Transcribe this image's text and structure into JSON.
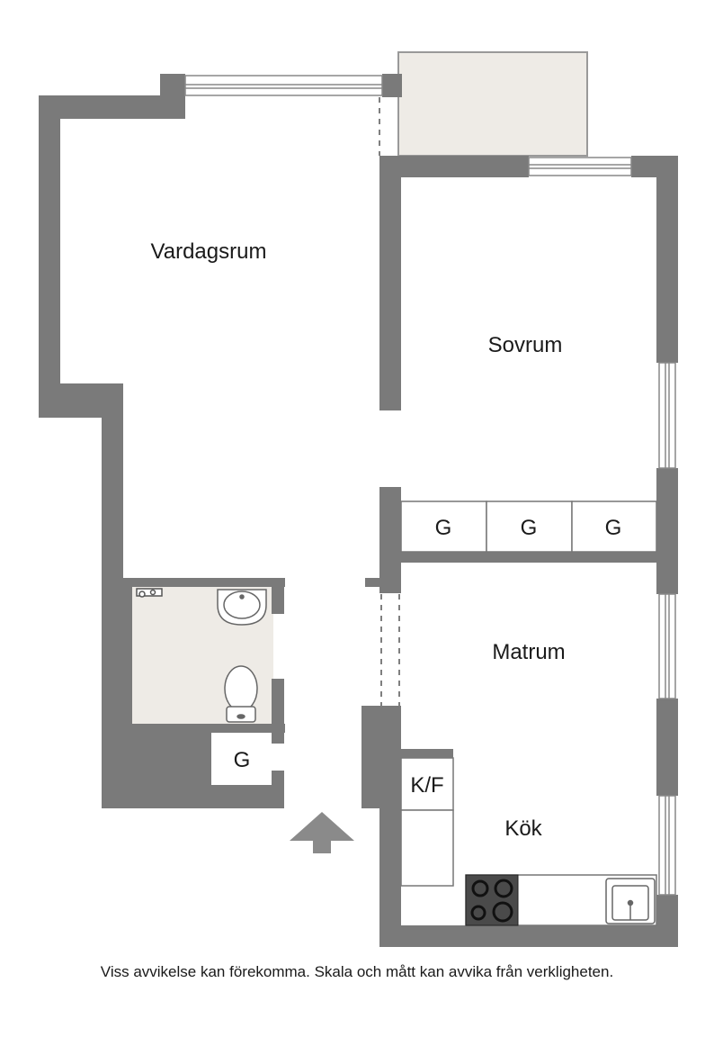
{
  "rooms": {
    "vardagsrum": "Vardagsrum",
    "sovrum": "Sovrum",
    "matrum": "Matrum",
    "kok": "Kök"
  },
  "closets": [
    "G",
    "G",
    "G"
  ],
  "hall_closet": "G",
  "fridge": "K/F",
  "disclaimer": "Viss avvikelse kan förekomma. Skala och mått kan avvika från verkligheten.",
  "colors": {
    "wall": "#7a7a7a",
    "balcony": "#eeebe6",
    "bathroom": "#eeebe6",
    "arrow": "#8a8a8a"
  }
}
